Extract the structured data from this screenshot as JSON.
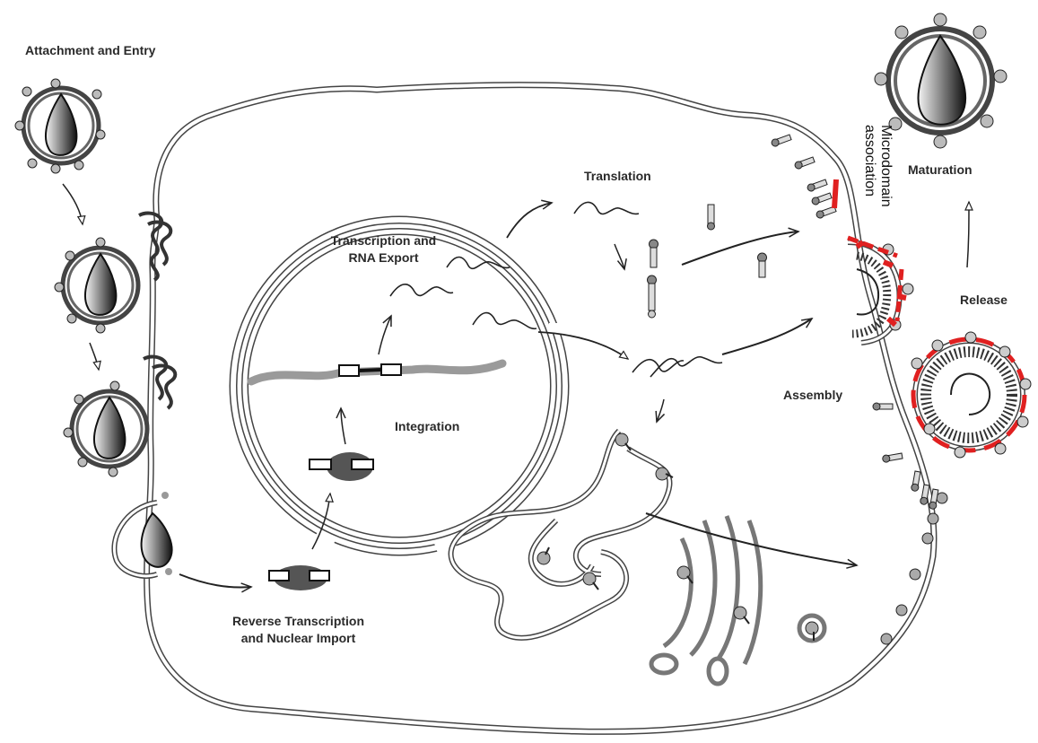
{
  "labels": {
    "attachment": "Attachment and Entry",
    "transcription_line1": "Transcription and",
    "transcription_line2": "RNA Export",
    "translation": "Translation",
    "integration": "Integration",
    "rt_line1": "Reverse Transcription",
    "rt_line2": "and Nuclear Import",
    "assembly": "Assembly",
    "release": "Release",
    "maturation": "Maturation",
    "microdomain_line1": "Microdomain",
    "microdomain_line2": "association"
  },
  "colors": {
    "ink": "#2a2a2a",
    "membrane": "#555555",
    "highlight": "#e02020",
    "spike": "#b8b8b8",
    "dna": "#9a9a9a"
  }
}
